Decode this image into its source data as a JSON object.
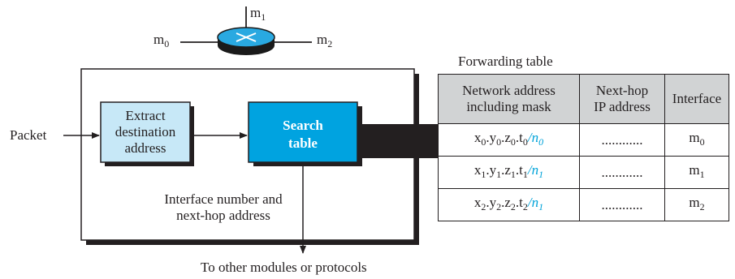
{
  "router": {
    "ports": [
      {
        "name": "m",
        "index": "0"
      },
      {
        "name": "m",
        "index": "1"
      },
      {
        "name": "m",
        "index": "2"
      }
    ]
  },
  "module": {
    "input_label": "Packet",
    "extract_box_lines": [
      "Extract",
      "destination",
      "address"
    ],
    "search_box_lines": [
      "Search",
      "table"
    ],
    "result_label_lines": [
      "Interface number and",
      "next-hop address"
    ],
    "output_label": "To other modules or protocols"
  },
  "forwarding_table": {
    "title": "Forwarding table",
    "columns": [
      [
        "Network address",
        "including mask"
      ],
      [
        "Next-hop",
        "IP address"
      ],
      [
        "Interface"
      ]
    ],
    "rows": [
      {
        "address": {
          "prefix": [
            "x",
            "y",
            "z",
            "t"
          ],
          "index": "0",
          "mask": "n",
          "mask_index": "0"
        },
        "next_hop": "............",
        "interface": {
          "name": "m",
          "index": "0"
        }
      },
      {
        "address": {
          "prefix": [
            "x",
            "y",
            "z",
            "t"
          ],
          "index": "1",
          "mask": "n",
          "mask_index": "1"
        },
        "next_hop": "............",
        "interface": {
          "name": "m",
          "index": "1"
        }
      },
      {
        "address": {
          "prefix": [
            "x",
            "y",
            "z",
            "t"
          ],
          "index": "2",
          "mask": "n",
          "mask_index": "1"
        },
        "next_hop": "............",
        "interface": {
          "name": "m",
          "index": "2"
        }
      }
    ]
  },
  "colors": {
    "extract_fill": "#c7e8f7",
    "search_fill": "#00a3e0",
    "router_fill": "#29a9e1",
    "mask_text": "#00a3d9",
    "header_fill": "#d1d3d4",
    "shadow": "#231f20"
  }
}
